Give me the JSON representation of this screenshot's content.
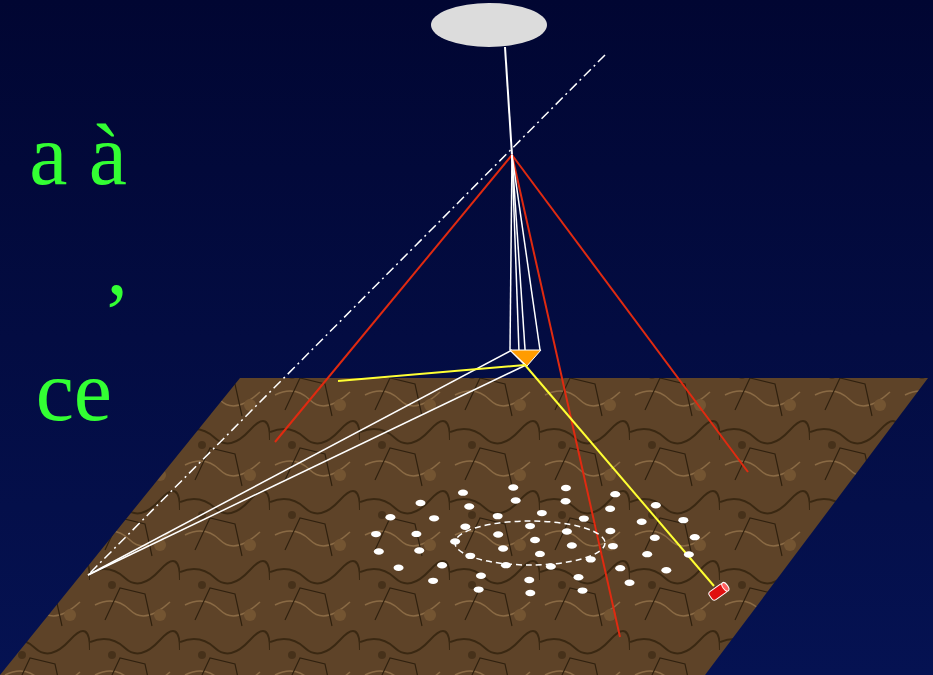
{
  "diagram": {
    "labels": [
      "a à",
      ",",
      "ce"
    ]
  }
}
